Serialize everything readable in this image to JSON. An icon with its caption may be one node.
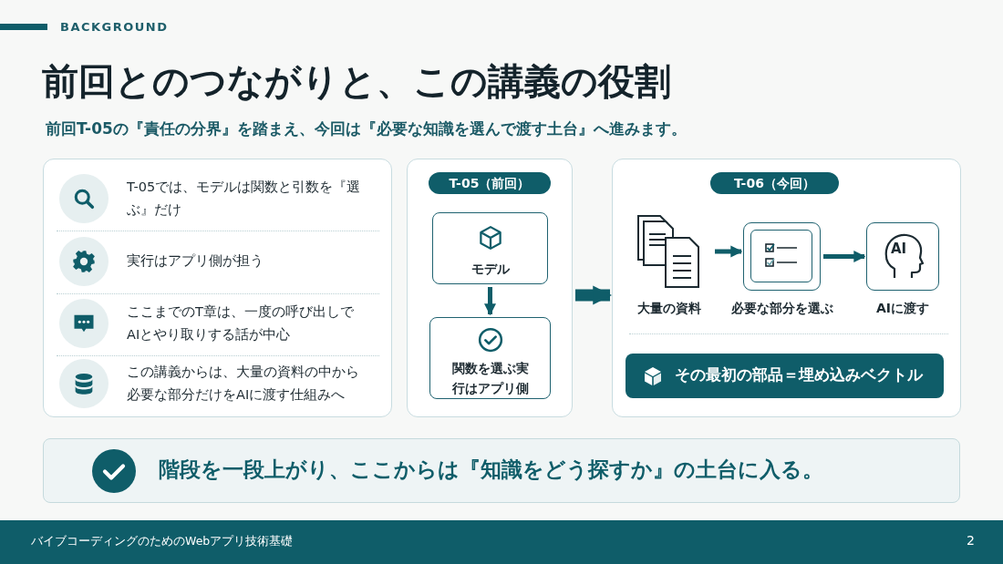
{
  "diagram": {
    "title": "前回とのつながりと、この講義の役割",
    "nodes": [
      {
        "text": [
          "T-05（前回）"
        ]
      },
      {
        "text": [
          "モデル"
        ],
        "in": 0
      },
      {
        "text": [
          "関数を選ぶ実行はアプリ側"
        ],
        "in": 0
      },
      {
        "text": [
          "T-06（今回）"
        ]
      },
      {
        "text": [
          "大量の資料"
        ],
        "in": 3
      },
      {
        "text": [
          "必要な部分を選ぶ"
        ],
        "in": 3
      },
      {
        "text": [
          "AIに渡す"
        ],
        "in": 3
      },
      {
        "text": [
          "その最初の部品＝埋め込みベクトル"
        ],
        "in": 3
      },
      {
        "text": [
          "階段を一段上がり、ここからは『知識をどう探すか』の土台に入る。"
        ]
      }
    ],
    "edges": [
      {
        "from": 1,
        "to": 2,
        "arrow": "to"
      },
      {
        "from": 0,
        "to": 3,
        "arrow": "to",
        "style": "thick"
      },
      {
        "from": 4,
        "to": 5,
        "arrow": "to"
      },
      {
        "from": 5,
        "to": 6,
        "arrow": "to"
      }
    ],
    "labels": [
      "BACKGROUND",
      "前回T-05の『責任の分界』を踏まえ、今回は『必要な知識を選んで渡す土台』へ進みます。",
      "T-05では、モデルは関数と引数を『選ぶ』だけ",
      "実行はアプリ側が担う",
      "ここまでのT章は、一度の呼び出しでAIとやり取りする話が中心",
      "この講義からは、大量の資料の中から必要な部分だけをAIに渡す仕組みへ",
      "AI",
      "バイブコーディングのためのWebアプリ技術基礎",
      "2"
    ]
  }
}
